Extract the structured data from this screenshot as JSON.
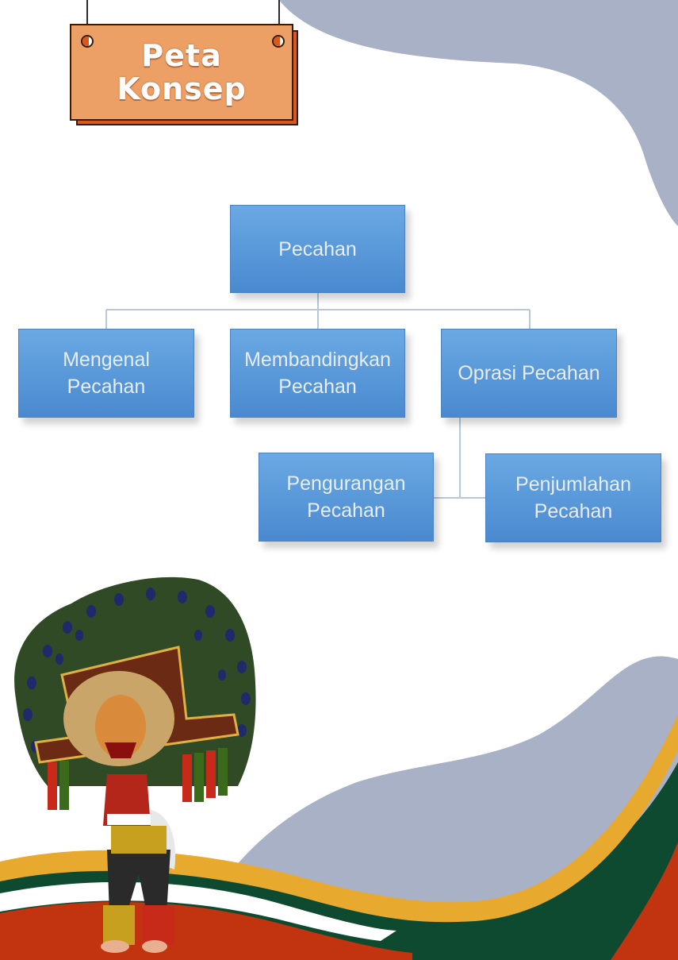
{
  "title": {
    "text": "Peta\nKonsep"
  },
  "concept_map": {
    "root": "Pecahan",
    "children": [
      "Mengenal\nPecahan",
      "Membandingkan\nPecahan",
      "Oprasi Pecahan"
    ],
    "operations": [
      "Pengurangan\nPecahan",
      "Penjumlahan\nPecahan"
    ]
  },
  "colors": {
    "node_fill": "#5b9bdc",
    "node_text": "#e8ecf3",
    "connector": "#b7c8dc",
    "blob": "#a9b1c6",
    "sign_front": "#eca065",
    "sign_back": "#d9581b",
    "stripe_green": "#0d4a2f",
    "stripe_yellow": "#e8a92f",
    "stripe_red": "#c1340f"
  },
  "illustration": "reog-ponorogo-dancer"
}
